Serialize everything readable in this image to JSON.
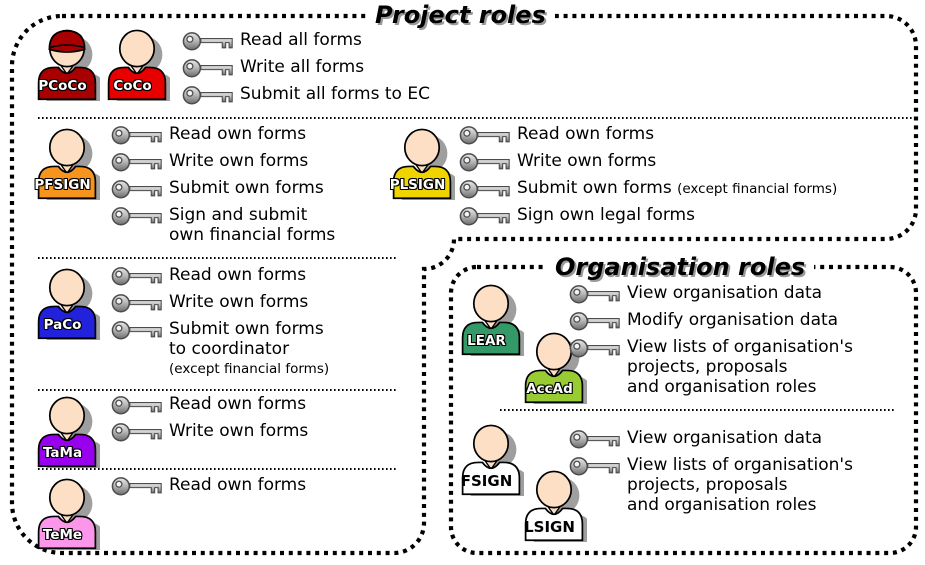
{
  "titles": {
    "project": "Project roles",
    "organisation": "Organisation roles"
  },
  "colors": {
    "border": "#000000",
    "title_shadow": "#9a9a9a",
    "face": "#fcdfc4",
    "shadow": "#8e8e8e",
    "key_light": "#e8e8e8",
    "key_dark": "#6e6e6e"
  },
  "roles": {
    "pcoco": {
      "label": "PCoCo",
      "shirt": "#a80000",
      "text_color": "#ffffff"
    },
    "coco": {
      "label": "CoCo",
      "shirt": "#e80000",
      "text_color": "#ffffff"
    },
    "pfsign": {
      "label": "PFSIGN",
      "shirt": "#f7941d",
      "text_color": "#ffffff"
    },
    "plsign": {
      "label": "PLSIGN",
      "shirt": "#f0d400",
      "text_color": "#ffffff"
    },
    "paco": {
      "label": "PaCo",
      "shirt": "#2222dd",
      "text_color": "#ffffff"
    },
    "tama": {
      "label": "TaMa",
      "shirt": "#9900ee",
      "text_color": "#ffffff"
    },
    "teme": {
      "label": "TeMe",
      "shirt": "#fc96ea",
      "text_color": "#ffffff"
    },
    "lear": {
      "label": "LEAR",
      "shirt": "#339966",
      "text_color": "#ffffff"
    },
    "accad": {
      "label": "AccAd",
      "shirt": "#99cc33",
      "text_color": "#ffffff"
    },
    "fsign": {
      "label": "FSIGN",
      "shirt": "#ffffff",
      "text_color": "#000000"
    },
    "lsign": {
      "label": "LSIGN",
      "shirt": "#ffffff",
      "text_color": "#000000"
    }
  },
  "sections": {
    "coordinators": {
      "items": [
        {
          "text": "Read all forms"
        },
        {
          "text": "Write all forms"
        },
        {
          "text": "Submit all forms to EC"
        }
      ]
    },
    "pfsign": {
      "items": [
        {
          "text": "Read own forms"
        },
        {
          "text": "Write own forms"
        },
        {
          "text": "Submit own forms"
        },
        {
          "text": "Sign and submit",
          "text2": "own financial forms"
        }
      ]
    },
    "plsign": {
      "items": [
        {
          "text": "Read own forms"
        },
        {
          "text": "Write own forms"
        },
        {
          "text": "Submit own forms",
          "note": "(except financial forms)"
        },
        {
          "text": "Sign own legal forms"
        }
      ]
    },
    "paco": {
      "items": [
        {
          "text": "Read own forms"
        },
        {
          "text": "Write own forms"
        },
        {
          "text": "Submit own forms",
          "text2": "to coordinator",
          "note2": "(except financial forms)"
        }
      ]
    },
    "tama": {
      "items": [
        {
          "text": "Read own forms"
        },
        {
          "text": "Write own forms"
        }
      ]
    },
    "teme": {
      "items": [
        {
          "text": "Read own forms"
        }
      ]
    },
    "lear_accad": {
      "items": [
        {
          "text": "View organisation data"
        },
        {
          "text": "Modify organisation data"
        },
        {
          "text": "View lists of organisation's",
          "text2": "projects, proposals",
          "text3": "and organisation roles"
        }
      ]
    },
    "fsign_lsign": {
      "items": [
        {
          "text": "View organisation data"
        },
        {
          "text": "View lists of organisation's",
          "text2": "projects, proposals",
          "text3": "and organisation roles"
        }
      ]
    }
  }
}
